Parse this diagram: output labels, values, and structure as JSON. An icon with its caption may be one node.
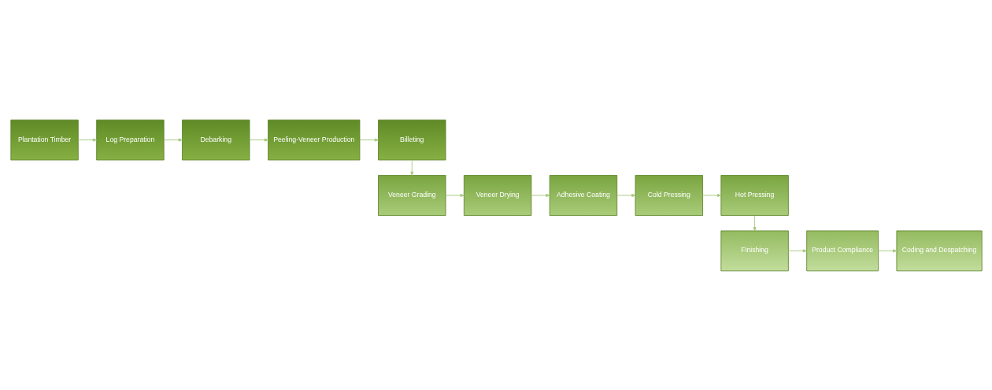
{
  "diagram": {
    "nodes": [
      {
        "text": [
          "Plantation Timber"
        ]
      },
      {
        "text": [
          "Log Preparation"
        ]
      },
      {
        "text": [
          "Debarking"
        ]
      },
      {
        "text": [
          "Peeling-Veneer Production"
        ]
      },
      {
        "text": [
          "Billeting"
        ]
      },
      {
        "text": [
          "Veneer Grading"
        ]
      },
      {
        "text": [
          "Veneer Drying"
        ]
      },
      {
        "text": [
          "Adhesive Coating"
        ]
      },
      {
        "text": [
          "Cold Pressing"
        ]
      },
      {
        "text": [
          "Hot Pressing"
        ]
      },
      {
        "text": [
          "Finishing"
        ]
      },
      {
        "text": [
          "Product Compliance"
        ]
      },
      {
        "text": [
          "Coding and Despatching"
        ]
      }
    ],
    "edges": [
      {
        "from": 0,
        "to": 1,
        "arrow": "to"
      },
      {
        "from": 1,
        "to": 2,
        "arrow": "to"
      },
      {
        "from": 2,
        "to": 3,
        "arrow": "to"
      },
      {
        "from": 3,
        "to": 4,
        "arrow": "to"
      },
      {
        "from": 4,
        "to": 5,
        "arrow": "to"
      },
      {
        "from": 5,
        "to": 6,
        "arrow": "to"
      },
      {
        "from": 6,
        "to": 7,
        "arrow": "to"
      },
      {
        "from": 7,
        "to": 8,
        "arrow": "to"
      },
      {
        "from": 8,
        "to": 9,
        "arrow": "to"
      },
      {
        "from": 9,
        "to": 10,
        "arrow": "to"
      },
      {
        "from": 10,
        "to": 11,
        "arrow": "to"
      },
      {
        "from": 11,
        "to": 12,
        "arrow": "to"
      }
    ]
  }
}
